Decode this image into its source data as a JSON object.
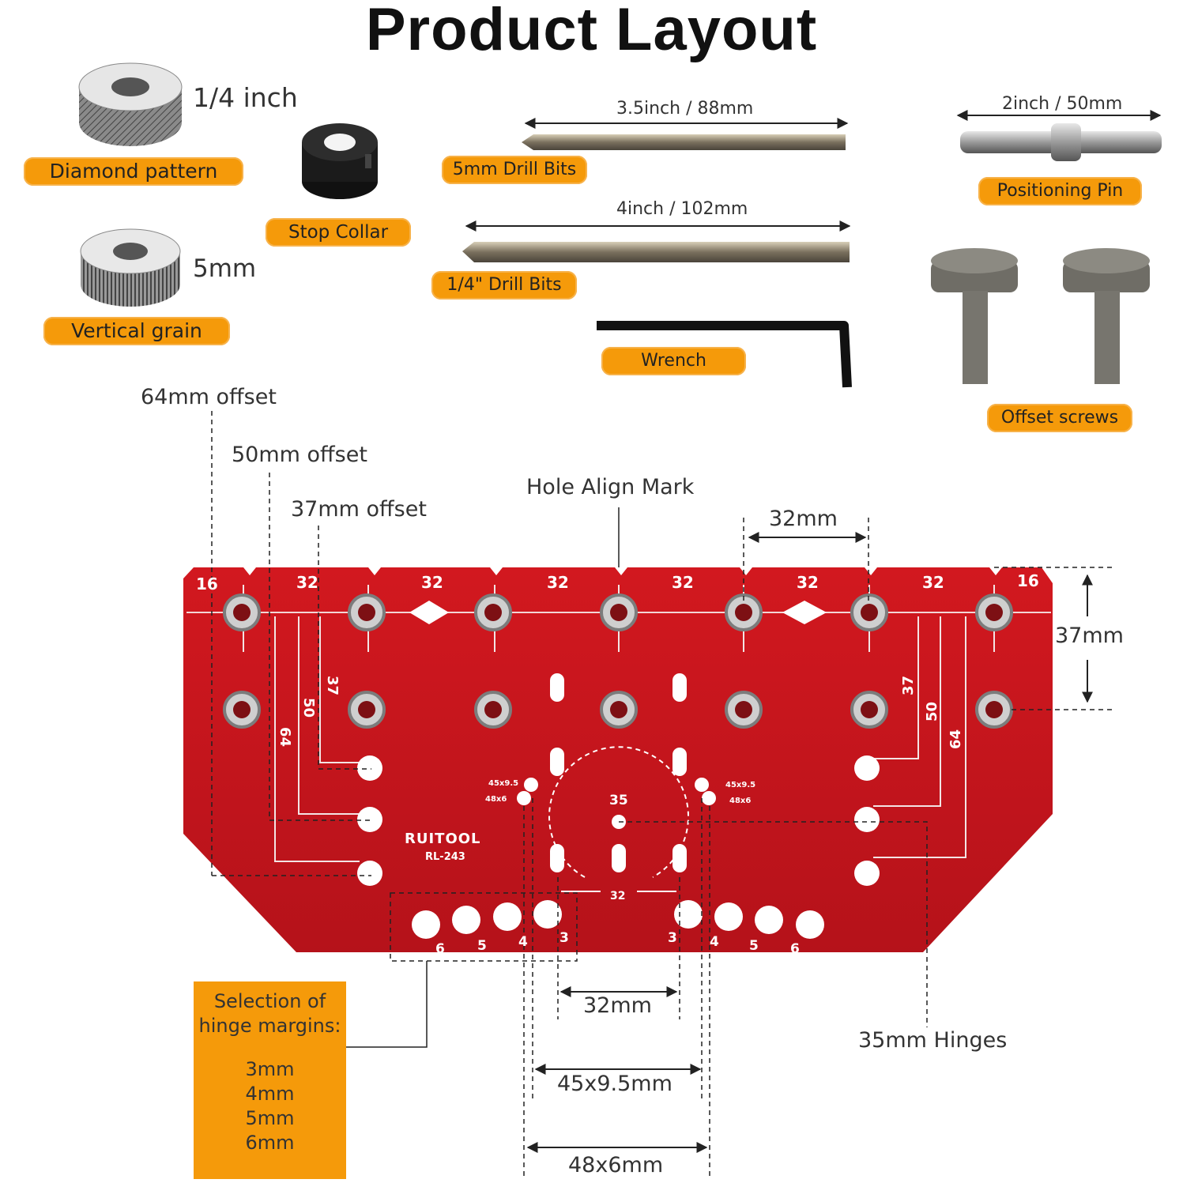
{
  "title": "Product Layout",
  "accessories": {
    "bushing_top_size": "1/4 inch",
    "bushing_top_name": "Diamond pattern",
    "bushing_bottom_size": "5mm",
    "bushing_bottom_name": "Vertical grain",
    "stop_collar": "Stop Collar",
    "drill5_length": "3.5inch / 88mm",
    "drill5_name": "5mm Drill Bits",
    "drill14_length": "4inch / 102mm",
    "drill14_name": "1/4\" Drill Bits",
    "wrench": "Wrench",
    "pin_length": "2inch / 50mm",
    "pin_name": "Positioning Pin",
    "screws_name": "Offset screws"
  },
  "callouts": {
    "offset64": "64mm offset",
    "offset50": "50mm offset",
    "offset37": "37mm offset",
    "hole_align": "Hole Align Mark",
    "spacing32_top": "32mm",
    "height37": "37mm",
    "spacing32_bottom": "32mm",
    "size45": "45x9.5mm",
    "size48": "48x6mm",
    "hinges35": "35mm Hinges"
  },
  "hinge_margins": {
    "title_line1": "Selection of",
    "title_line2": "hinge margins:",
    "values": [
      "3mm",
      "4mm",
      "5mm",
      "6mm"
    ]
  },
  "jig": {
    "brand": "RUITOOL",
    "model": "RL-243",
    "edge_marks": [
      "16",
      "32",
      "32",
      "32",
      "32",
      "32",
      "32",
      "16"
    ],
    "offset_marks": [
      "37",
      "50",
      "64"
    ],
    "center_mark": "35",
    "bottom_mark": "32",
    "slot_mark_a": "45x9.5",
    "slot_mark_b": "48x6",
    "margin_left": [
      "6",
      "5",
      "4",
      "3"
    ],
    "margin_right": [
      "3",
      "4",
      "5",
      "6"
    ],
    "colors": {
      "body": "#c9161c",
      "tag": "#f59a0a"
    }
  }
}
